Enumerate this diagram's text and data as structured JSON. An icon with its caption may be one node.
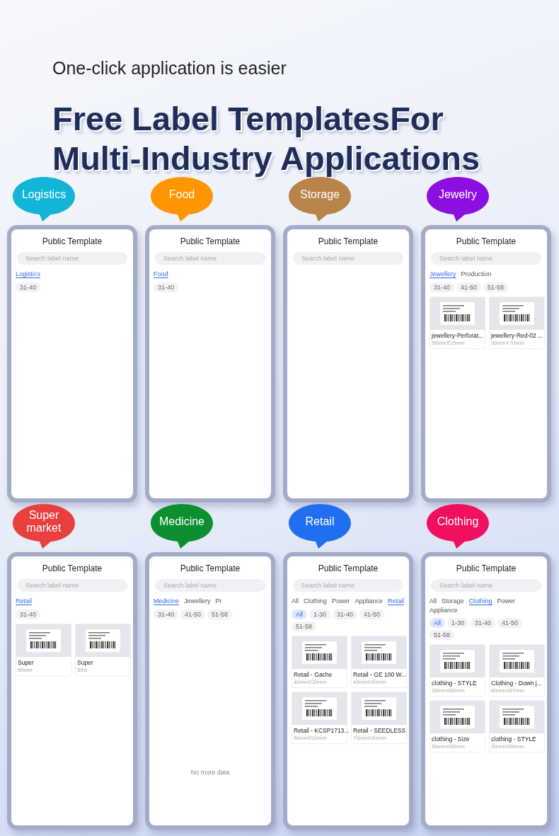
{
  "diagram": {
    "title": "Free Label TemplatesFor Multi-Industry Applications",
    "labels": [
      "One-click application is easier"
    ],
    "nodes": [
      {
        "text": [
          "Logistics"
        ]
      },
      {
        "text": [
          "Public Template",
          "Logistics"
        ]
      },
      {
        "text": [
          "Search label name"
        ],
        "in": 1
      },
      {
        "text": [
          "31-40"
        ],
        "in": 1
      },
      {
        "text": [
          "Food"
        ]
      },
      {
        "text": [
          "Public Template",
          "Food"
        ]
      },
      {
        "text": [
          "Search label name"
        ],
        "in": 5
      },
      {
        "text": [
          "31-40"
        ],
        "in": 5
      },
      {
        "text": [
          "Storage"
        ]
      },
      {
        "text": [
          "Public Template"
        ]
      },
      {
        "text": [
          "Search label name"
        ],
        "in": 9
      },
      {
        "text": [
          "Jewelry"
        ]
      },
      {
        "text": [
          "Public Template",
          "Jewellery",
          "Production"
        ]
      },
      {
        "text": [
          "Search label name"
        ],
        "in": 12
      },
      {
        "text": [
          "31-40"
        ],
        "in": 12
      },
      {
        "text": [
          "41-50"
        ],
        "in": 12
      },
      {
        "text": [
          "51-58"
        ],
        "in": 12
      },
      {
        "text": [
          "jewellery-Perforat...",
          "50mmX15mm"
        ],
        "in": 12
      },
      {
        "text": [
          "jewellery-Red-02 ...",
          "30mmX70mm"
        ],
        "in": 12
      },
      {
        "text": [
          "Super market"
        ]
      },
      {
        "text": [
          "Public Template",
          "Retail"
        ]
      },
      {
        "text": [
          "Search label name"
        ],
        "in": 20
      },
      {
        "text": [
          "31-40"
        ],
        "in": 20
      },
      {
        "text": [
          "Super",
          "50mm"
        ],
        "in": 20
      },
      {
        "text": [
          "Super",
          "50m"
        ],
        "in": 20
      },
      {
        "text": [
          "Medicine"
        ]
      },
      {
        "text": [
          "Public Template",
          "Medicine",
          "Jewellery",
          "Pr",
          "No more data"
        ]
      },
      {
        "text": [
          "Search label name"
        ],
        "in": 26
      },
      {
        "text": [
          "31-40"
        ],
        "in": 26
      },
      {
        "text": [
          "41-50"
        ],
        "in": 26
      },
      {
        "text": [
          "51-58"
        ],
        "in": 26
      },
      {
        "text": [
          "Retail"
        ]
      },
      {
        "text": [
          "Public Template",
          "All",
          "Clothing",
          "Power",
          "Appliance",
          "Retail"
        ]
      },
      {
        "text": [
          "Search label name"
        ],
        "in": 32
      },
      {
        "text": [
          "All"
        ],
        "in": 32
      },
      {
        "text": [
          "1-30"
        ],
        "in": 32
      },
      {
        "text": [
          "31-40"
        ],
        "in": 32
      },
      {
        "text": [
          "41-50"
        ],
        "in": 32
      },
      {
        "text": [
          "51-58"
        ],
        "in": 32
      },
      {
        "text": [
          "Retail - Gache",
          "40mmX30mm"
        ],
        "in": 32
      },
      {
        "text": [
          "Retail - GE 100 W...",
          "40mmX40mm"
        ],
        "in": 32
      },
      {
        "text": [
          "Retail - KCSP1713...",
          "50mmX10mm"
        ],
        "in": 32
      },
      {
        "text": [
          "Retail - SEEDLESS",
          "70mmX40mm"
        ],
        "in": 32
      },
      {
        "text": [
          "Clothing"
        ]
      },
      {
        "text": [
          "Public Template",
          "All",
          "Storage",
          "Clothing",
          "Power",
          "Appliance"
        ]
      },
      {
        "text": [
          "Search label name"
        ],
        "in": 44
      },
      {
        "text": [
          "All"
        ],
        "in": 44
      },
      {
        "text": [
          "1-30"
        ],
        "in": 44
      },
      {
        "text": [
          "31-40"
        ],
        "in": 44
      },
      {
        "text": [
          "41-50"
        ],
        "in": 44
      },
      {
        "text": [
          "51-58"
        ],
        "in": 44
      },
      {
        "text": [
          "clothing - STYLE",
          "30mmX80mm"
        ],
        "in": 44
      },
      {
        "text": [
          "Clothing - Down j...",
          "60mmX87mm"
        ],
        "in": 44
      },
      {
        "text": [
          "clothing - Size",
          "50mmX65mm"
        ],
        "in": 44
      },
      {
        "text": [
          "clothing - STYLE",
          "30mmX50mm"
        ],
        "in": 44
      }
    ]
  }
}
